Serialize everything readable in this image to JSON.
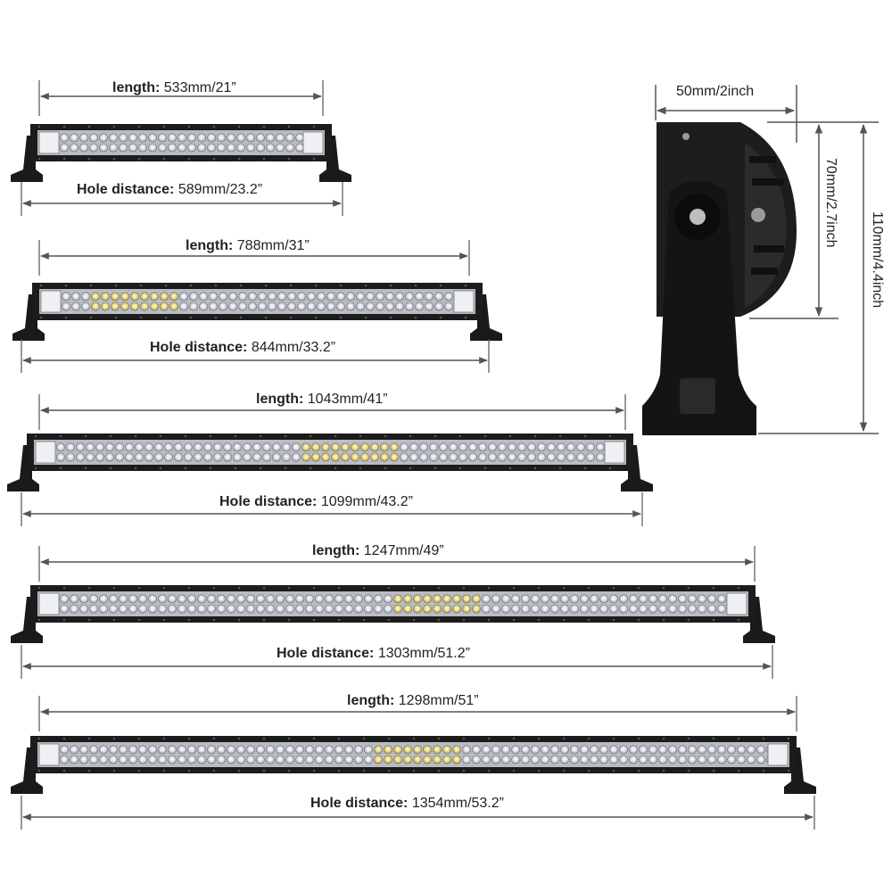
{
  "bars": [
    {
      "length_label": "length:",
      "length_value": "533mm/21”",
      "hole_label": "Hole distance:",
      "hole_value": "589mm/23.2”"
    },
    {
      "length_label": "length:",
      "length_value": "788mm/31”",
      "hole_label": "Hole distance:",
      "hole_value": "844mm/33.2”"
    },
    {
      "length_label": "length:",
      "length_value": "1043mm/41”",
      "hole_label": "Hole distance:",
      "hole_value": "1099mm/43.2”"
    },
    {
      "length_label": "length:",
      "length_value": "1247mm/49”",
      "hole_label": "Hole distance:",
      "hole_value": "1303mm/51.2”"
    },
    {
      "length_label": "length:",
      "length_value": "1298mm/51”",
      "hole_label": "Hole distance:",
      "hole_value": "1354mm/53.2”"
    }
  ],
  "side_view": {
    "width": "50mm/2inch",
    "bracket_height": "70mm/2.7inch",
    "total_height": "110mm/4.4inch"
  }
}
